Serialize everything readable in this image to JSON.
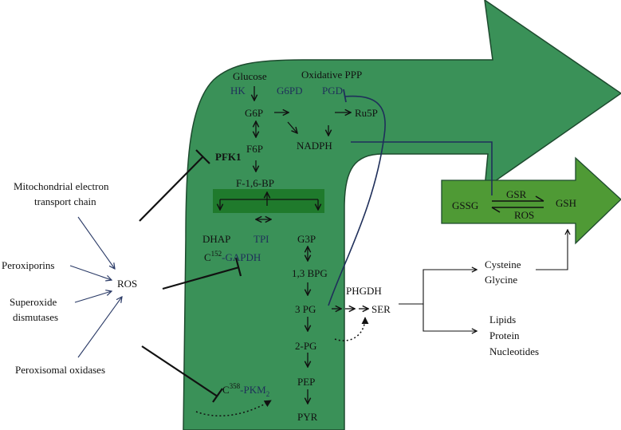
{
  "colors": {
    "pathway_green": "#3a9158",
    "pathway_border": "#1d4a2e",
    "gsh_green": "#4f9a35",
    "glycolysis_band": "#1f7a2c",
    "enzyme_blue": "#1f2f5a",
    "arrow_navy": "#2a3a66"
  },
  "sources": [
    {
      "line1": "Mitochondrial electron",
      "line2": "transport chain"
    },
    {
      "line1": "Peroxiporins"
    },
    {
      "line1": "Superoxide",
      "line2": "dismutases"
    },
    {
      "line1": "Peroxisomal oxidases"
    }
  ],
  "ros": "ROS",
  "ppp": {
    "glucose": "Glucose",
    "oxidative_ppp": "Oxidative PPP",
    "hk": "HK",
    "g6pd": "G6PD",
    "pgd": "PGD",
    "g6p": "G6P",
    "ru5p": "Ru5P",
    "nadph": "NADPH"
  },
  "glycolysis": {
    "f6p": "F6P",
    "pfk1": "PFK1",
    "f16bp": "F-1,6-BP",
    "dhap": "DHAP",
    "tpi": "TPI",
    "g3p": "G3P",
    "gapdh_prefix": "C",
    "gapdh_sup": "152",
    "gapdh": "-GAPDH",
    "bpg13": "1,3 BPG",
    "pg3": "3 PG",
    "pg2": "2-PG",
    "pep": "PEP",
    "pkm_prefix": "C",
    "pkm_sup": "358",
    "pkm": "-PKM",
    "pkm_sub": "2",
    "pyr": "PYR"
  },
  "serine": {
    "phgdh": "PHGDH",
    "ser": "SER",
    "cysteine": "Cysteine",
    "glycine": "Glycine",
    "lipids": "Lipids",
    "protein": "Protein",
    "nucleotides": "Nucleotides"
  },
  "redox": {
    "gssg": "GSSG",
    "gsr": "GSR",
    "gsh": "GSH",
    "ros": "ROS"
  }
}
